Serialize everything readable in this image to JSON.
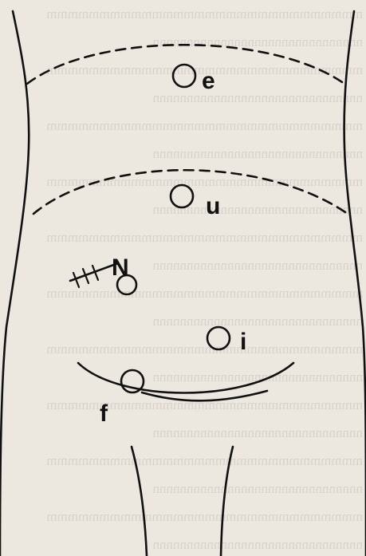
{
  "points": [
    {
      "id": "e",
      "label": "e"
    },
    {
      "id": "u",
      "label": "u"
    },
    {
      "id": "n",
      "label": "N"
    },
    {
      "id": "i",
      "label": "i"
    },
    {
      "id": "f",
      "label": "f"
    }
  ],
  "colors": {
    "ink": "#111111",
    "paper": "#ede8df"
  }
}
